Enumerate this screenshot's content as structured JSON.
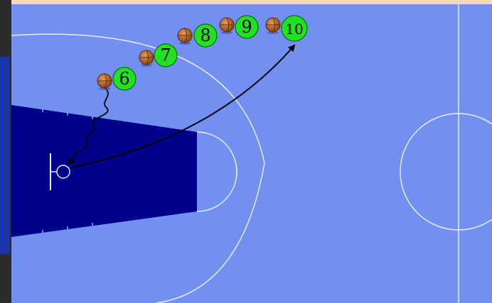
{
  "diagram": {
    "colors": {
      "court": "#7190f2",
      "paint": "#00008b",
      "court_lines": "#e8ecff",
      "player_fill": "#22e022",
      "player_stroke": "#0a6a0a",
      "ball": "#b5651d",
      "path": "#000000"
    },
    "players": [
      {
        "number": "6"
      },
      {
        "number": "7"
      },
      {
        "number": "8"
      },
      {
        "number": "9"
      },
      {
        "number": "10"
      }
    ]
  }
}
